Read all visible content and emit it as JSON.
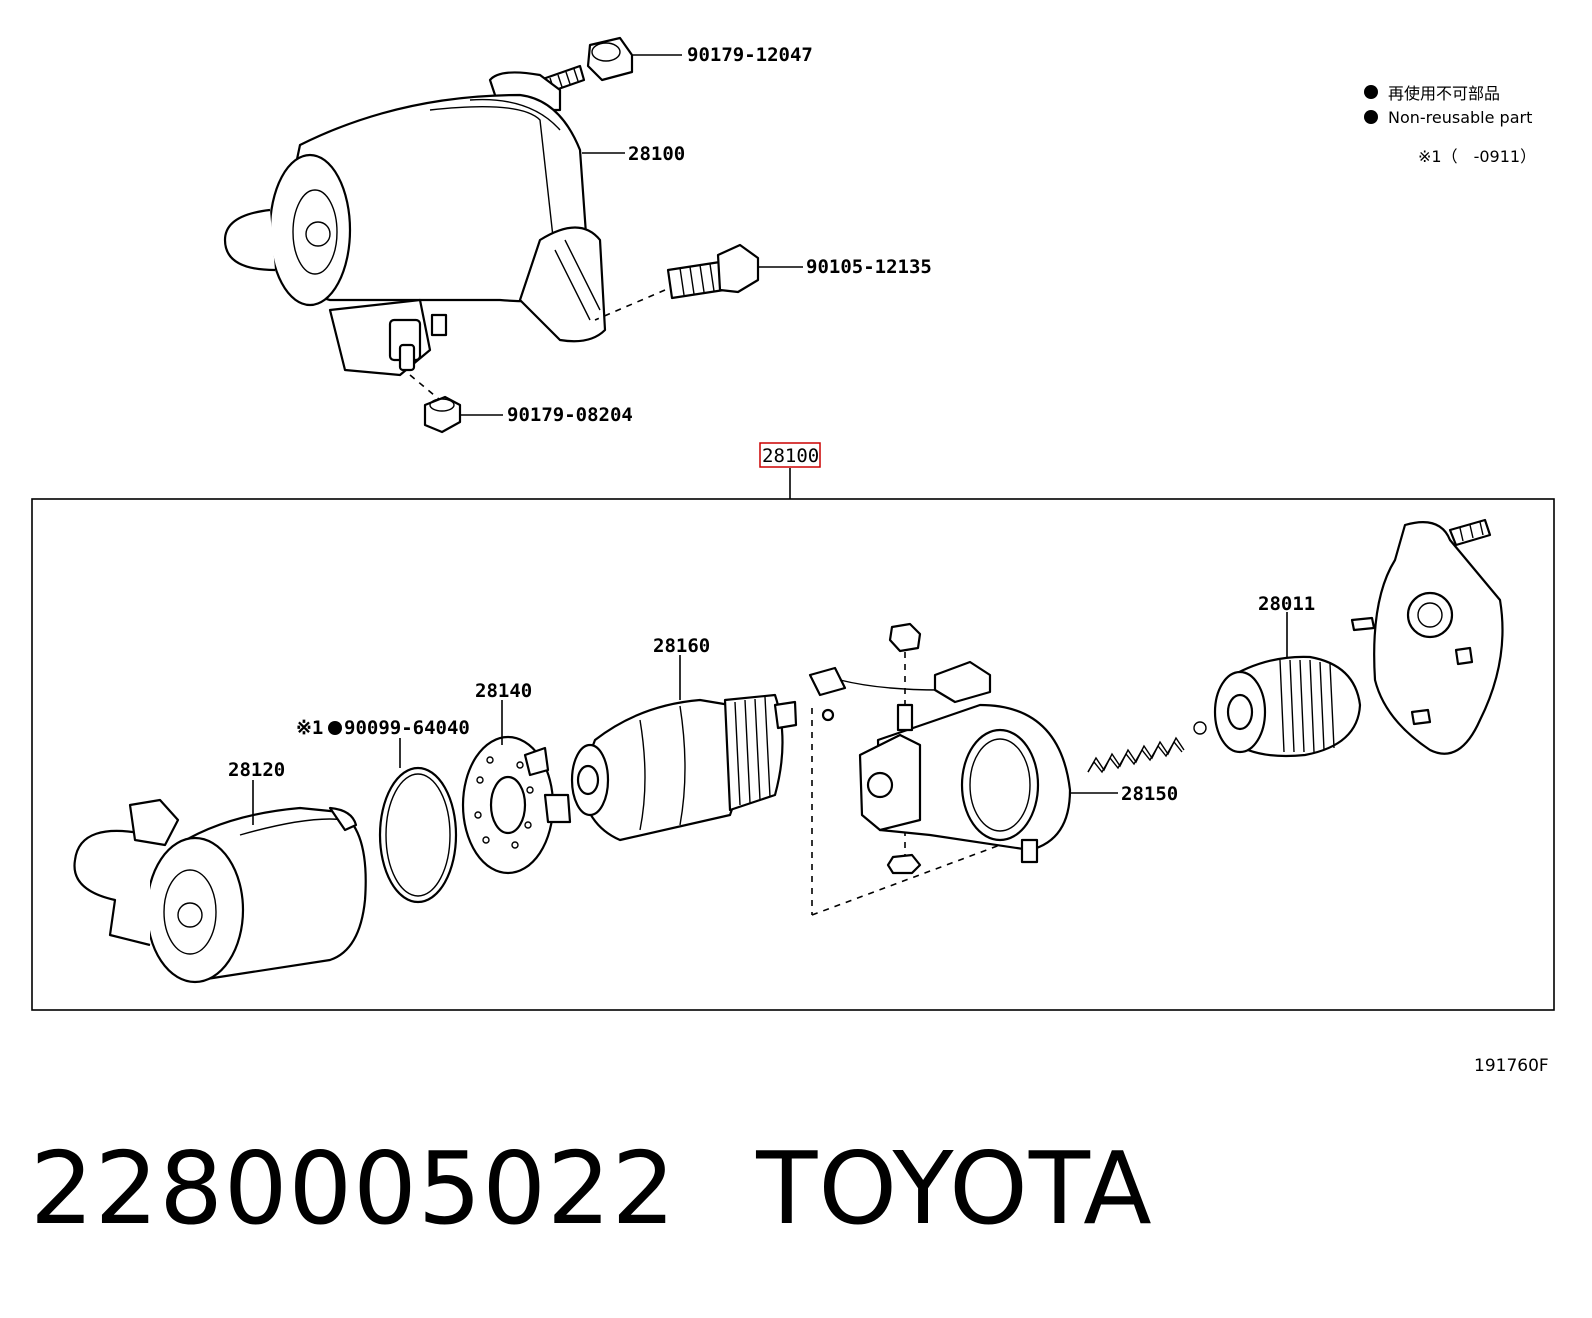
{
  "legend": {
    "japanese": "再使用不可部品",
    "english": "Non-reusable part",
    "note": "※1（　-0911）"
  },
  "callouts": {
    "nut_top": "90179-12047",
    "starter_assy": "28100",
    "bolt": "90105-12135",
    "nut_bottom": "90179-08204",
    "assy_highlight": "28100",
    "drive": "28011",
    "armature": "28160",
    "brush_holder": "28140",
    "o_ring": "90099-64040",
    "o_ring_prefix": "※1",
    "yoke": "28120",
    "spring": "28150"
  },
  "drawing_code": "191760F",
  "footer": {
    "part_number": "2280005022",
    "brand": "TOYOTA"
  }
}
